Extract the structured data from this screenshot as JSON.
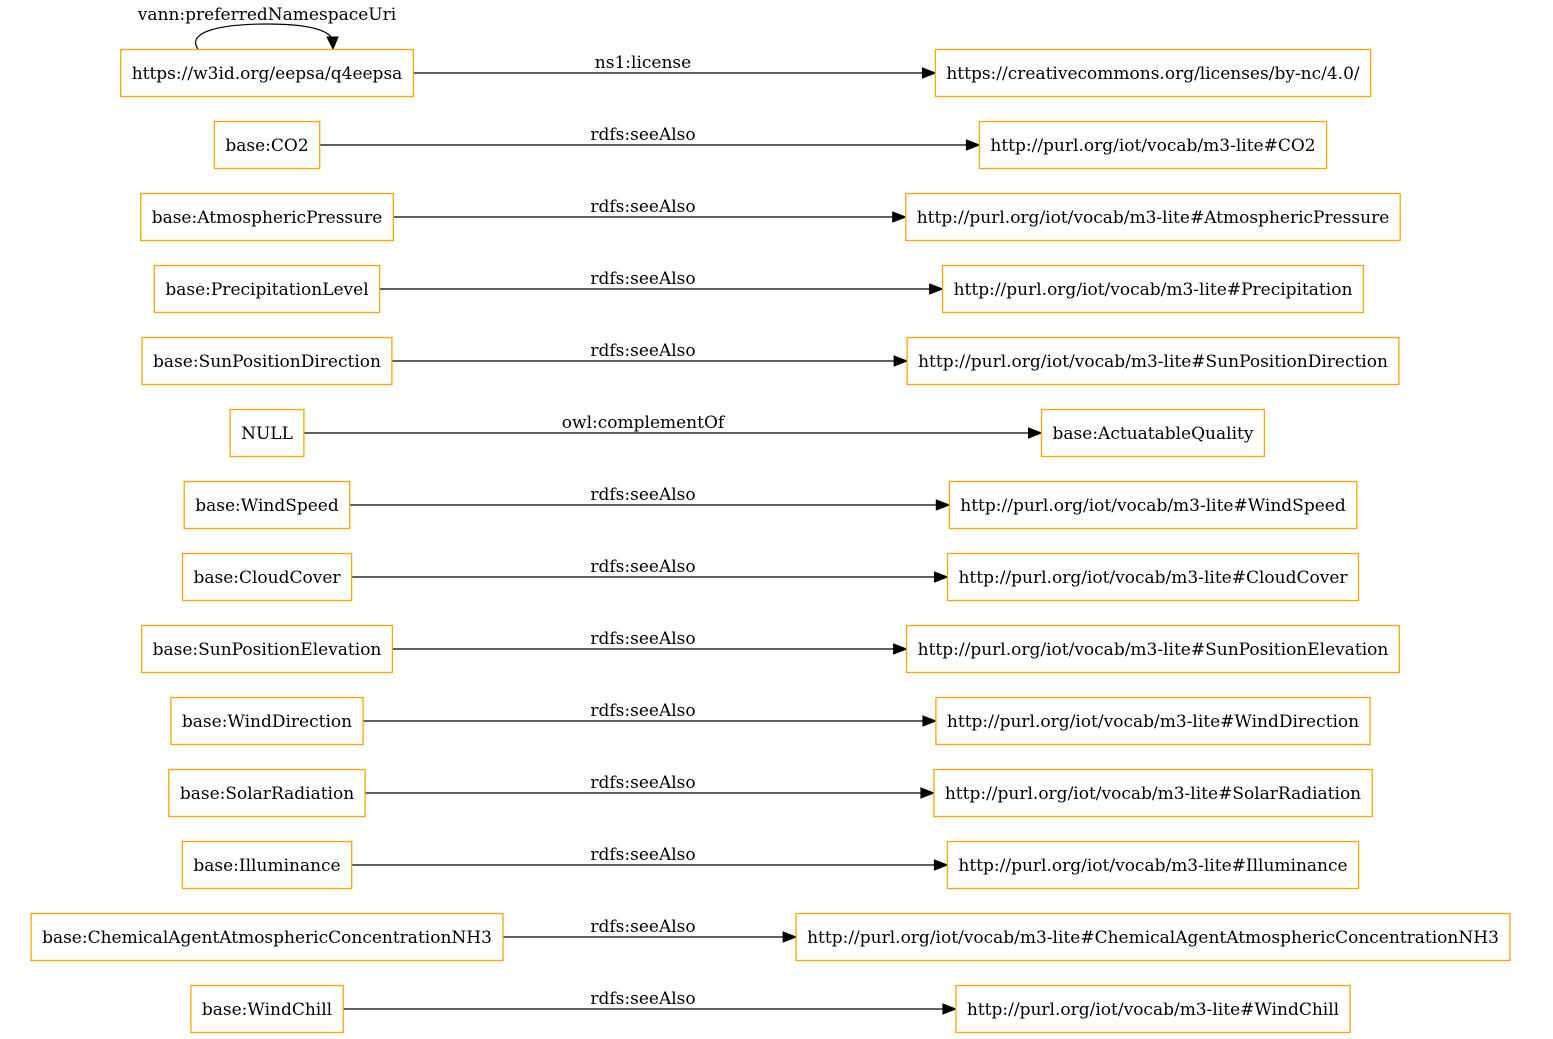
{
  "diagram": {
    "colors": {
      "node_border": "#f2a900",
      "edge": "#000000",
      "background": "#ffffff",
      "text": "#000000"
    },
    "self_loop": {
      "node": "https://w3id.org/eepsa/q4eepsa",
      "label": "vann:preferredNamespaceUri"
    },
    "triples": [
      {
        "subject": "https://w3id.org/eepsa/q4eepsa",
        "predicate": "ns1:license",
        "object": "https://creativecommons.org/licenses/by-nc/4.0/"
      },
      {
        "subject": "base:CO2",
        "predicate": "rdfs:seeAlso",
        "object": "http://purl.org/iot/vocab/m3-lite#CO2"
      },
      {
        "subject": "base:AtmosphericPressure",
        "predicate": "rdfs:seeAlso",
        "object": "http://purl.org/iot/vocab/m3-lite#AtmosphericPressure"
      },
      {
        "subject": "base:PrecipitationLevel",
        "predicate": "rdfs:seeAlso",
        "object": "http://purl.org/iot/vocab/m3-lite#Precipitation"
      },
      {
        "subject": "base:SunPositionDirection",
        "predicate": "rdfs:seeAlso",
        "object": "http://purl.org/iot/vocab/m3-lite#SunPositionDirection"
      },
      {
        "subject": "NULL",
        "predicate": "owl:complementOf",
        "object": "base:ActuatableQuality"
      },
      {
        "subject": "base:WindSpeed",
        "predicate": "rdfs:seeAlso",
        "object": "http://purl.org/iot/vocab/m3-lite#WindSpeed"
      },
      {
        "subject": "base:CloudCover",
        "predicate": "rdfs:seeAlso",
        "object": "http://purl.org/iot/vocab/m3-lite#CloudCover"
      },
      {
        "subject": "base:SunPositionElevation",
        "predicate": "rdfs:seeAlso",
        "object": "http://purl.org/iot/vocab/m3-lite#SunPositionElevation"
      },
      {
        "subject": "base:WindDirection",
        "predicate": "rdfs:seeAlso",
        "object": "http://purl.org/iot/vocab/m3-lite#WindDirection"
      },
      {
        "subject": "base:SolarRadiation",
        "predicate": "rdfs:seeAlso",
        "object": "http://purl.org/iot/vocab/m3-lite#SolarRadiation"
      },
      {
        "subject": "base:Illuminance",
        "predicate": "rdfs:seeAlso",
        "object": "http://purl.org/iot/vocab/m3-lite#Illuminance"
      },
      {
        "subject": "base:ChemicalAgentAtmosphericConcentrationNH3",
        "predicate": "rdfs:seeAlso",
        "object": "http://purl.org/iot/vocab/m3-lite#ChemicalAgentAtmosphericConcentrationNH3"
      },
      {
        "subject": "base:WindChill",
        "predicate": "rdfs:seeAlso",
        "object": "http://purl.org/iot/vocab/m3-lite#WindChill"
      }
    ]
  }
}
